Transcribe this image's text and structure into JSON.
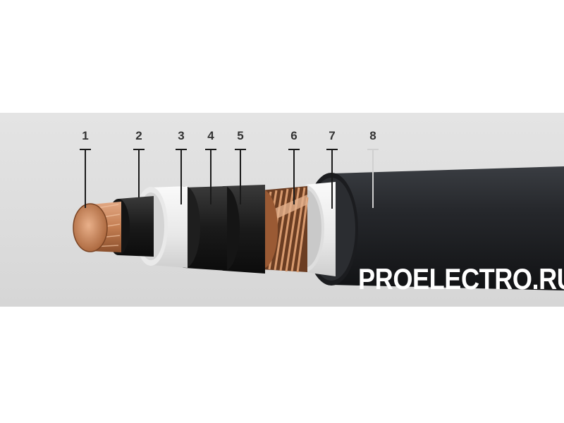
{
  "labels": [
    "1",
    "2",
    "3",
    "4",
    "5",
    "6",
    "7",
    "8"
  ],
  "watermark": "PROELECTRO.RU",
  "colors": {
    "background": "#ffffff",
    "band": "#dcdcdc",
    "copper": "#c88a5e",
    "dark_layer": "#1c1c1c",
    "white_layer": "#efefef",
    "sheath": "#1f2124",
    "label_text": "#333333"
  }
}
